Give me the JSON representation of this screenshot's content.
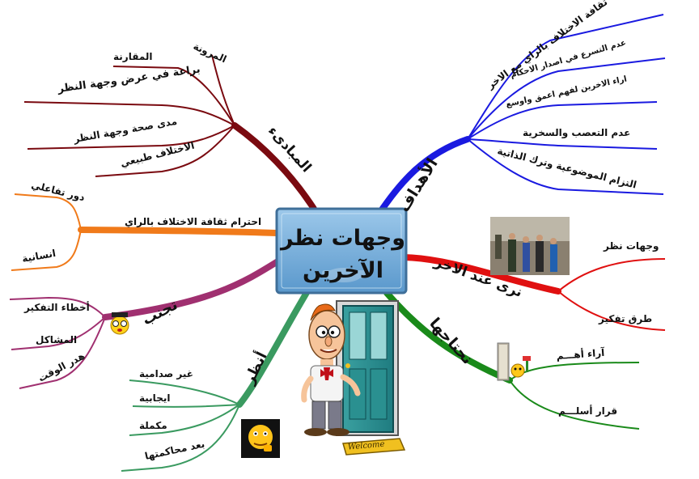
{
  "center": {
    "line1": "وجهات نظر",
    "line2": "الآخرين"
  },
  "branches": {
    "goals": {
      "label": "الأهداف",
      "color": "#1a1ae0",
      "items": [
        "ثقافة الاختلاف بالراي مع الاخر",
        "عدم التسرع في اصدار الاحكام",
        "اراء الاخرين لفهم اعمق واوسع",
        "عدم التعصب والسخرية",
        "التزام الموضوعية وترك الذاتية"
      ]
    },
    "principles": {
      "label": "المبادىء",
      "color": "#7a0a10",
      "items": [
        "المرونة",
        "المقارنة",
        "براعة في عرض وجهة النظر",
        "مدى صحة وجهة النظر",
        "الاختلاف طبيعي"
      ]
    },
    "respect": {
      "label": "احترام ثقافة الاختلاف بالراي",
      "color": "#f07a1a",
      "items": [
        "دور تفاعلي",
        "انسانية"
      ]
    },
    "avoid": {
      "label": "تجنب",
      "color": "#a03070",
      "items": [
        "أخطاء التفكير",
        "المشاكل",
        "هدر الوقت"
      ]
    },
    "look": {
      "label": "أنظر",
      "color": "#3a9a60",
      "items": [
        "غير صدامية",
        "ايجابية",
        "مكملة",
        "بعد محاكمتها"
      ]
    },
    "see": {
      "label": "نرى عند الاخر",
      "color": "#e01010",
      "items": [
        "وجهات نظر",
        "طرق تفكير"
      ]
    },
    "need": {
      "label": "نحتاجها",
      "color": "#1a8a1a",
      "items": [
        "آراء أهـــم",
        "قرار أسلـــم"
      ]
    }
  },
  "welcome_sign": "Welcome"
}
